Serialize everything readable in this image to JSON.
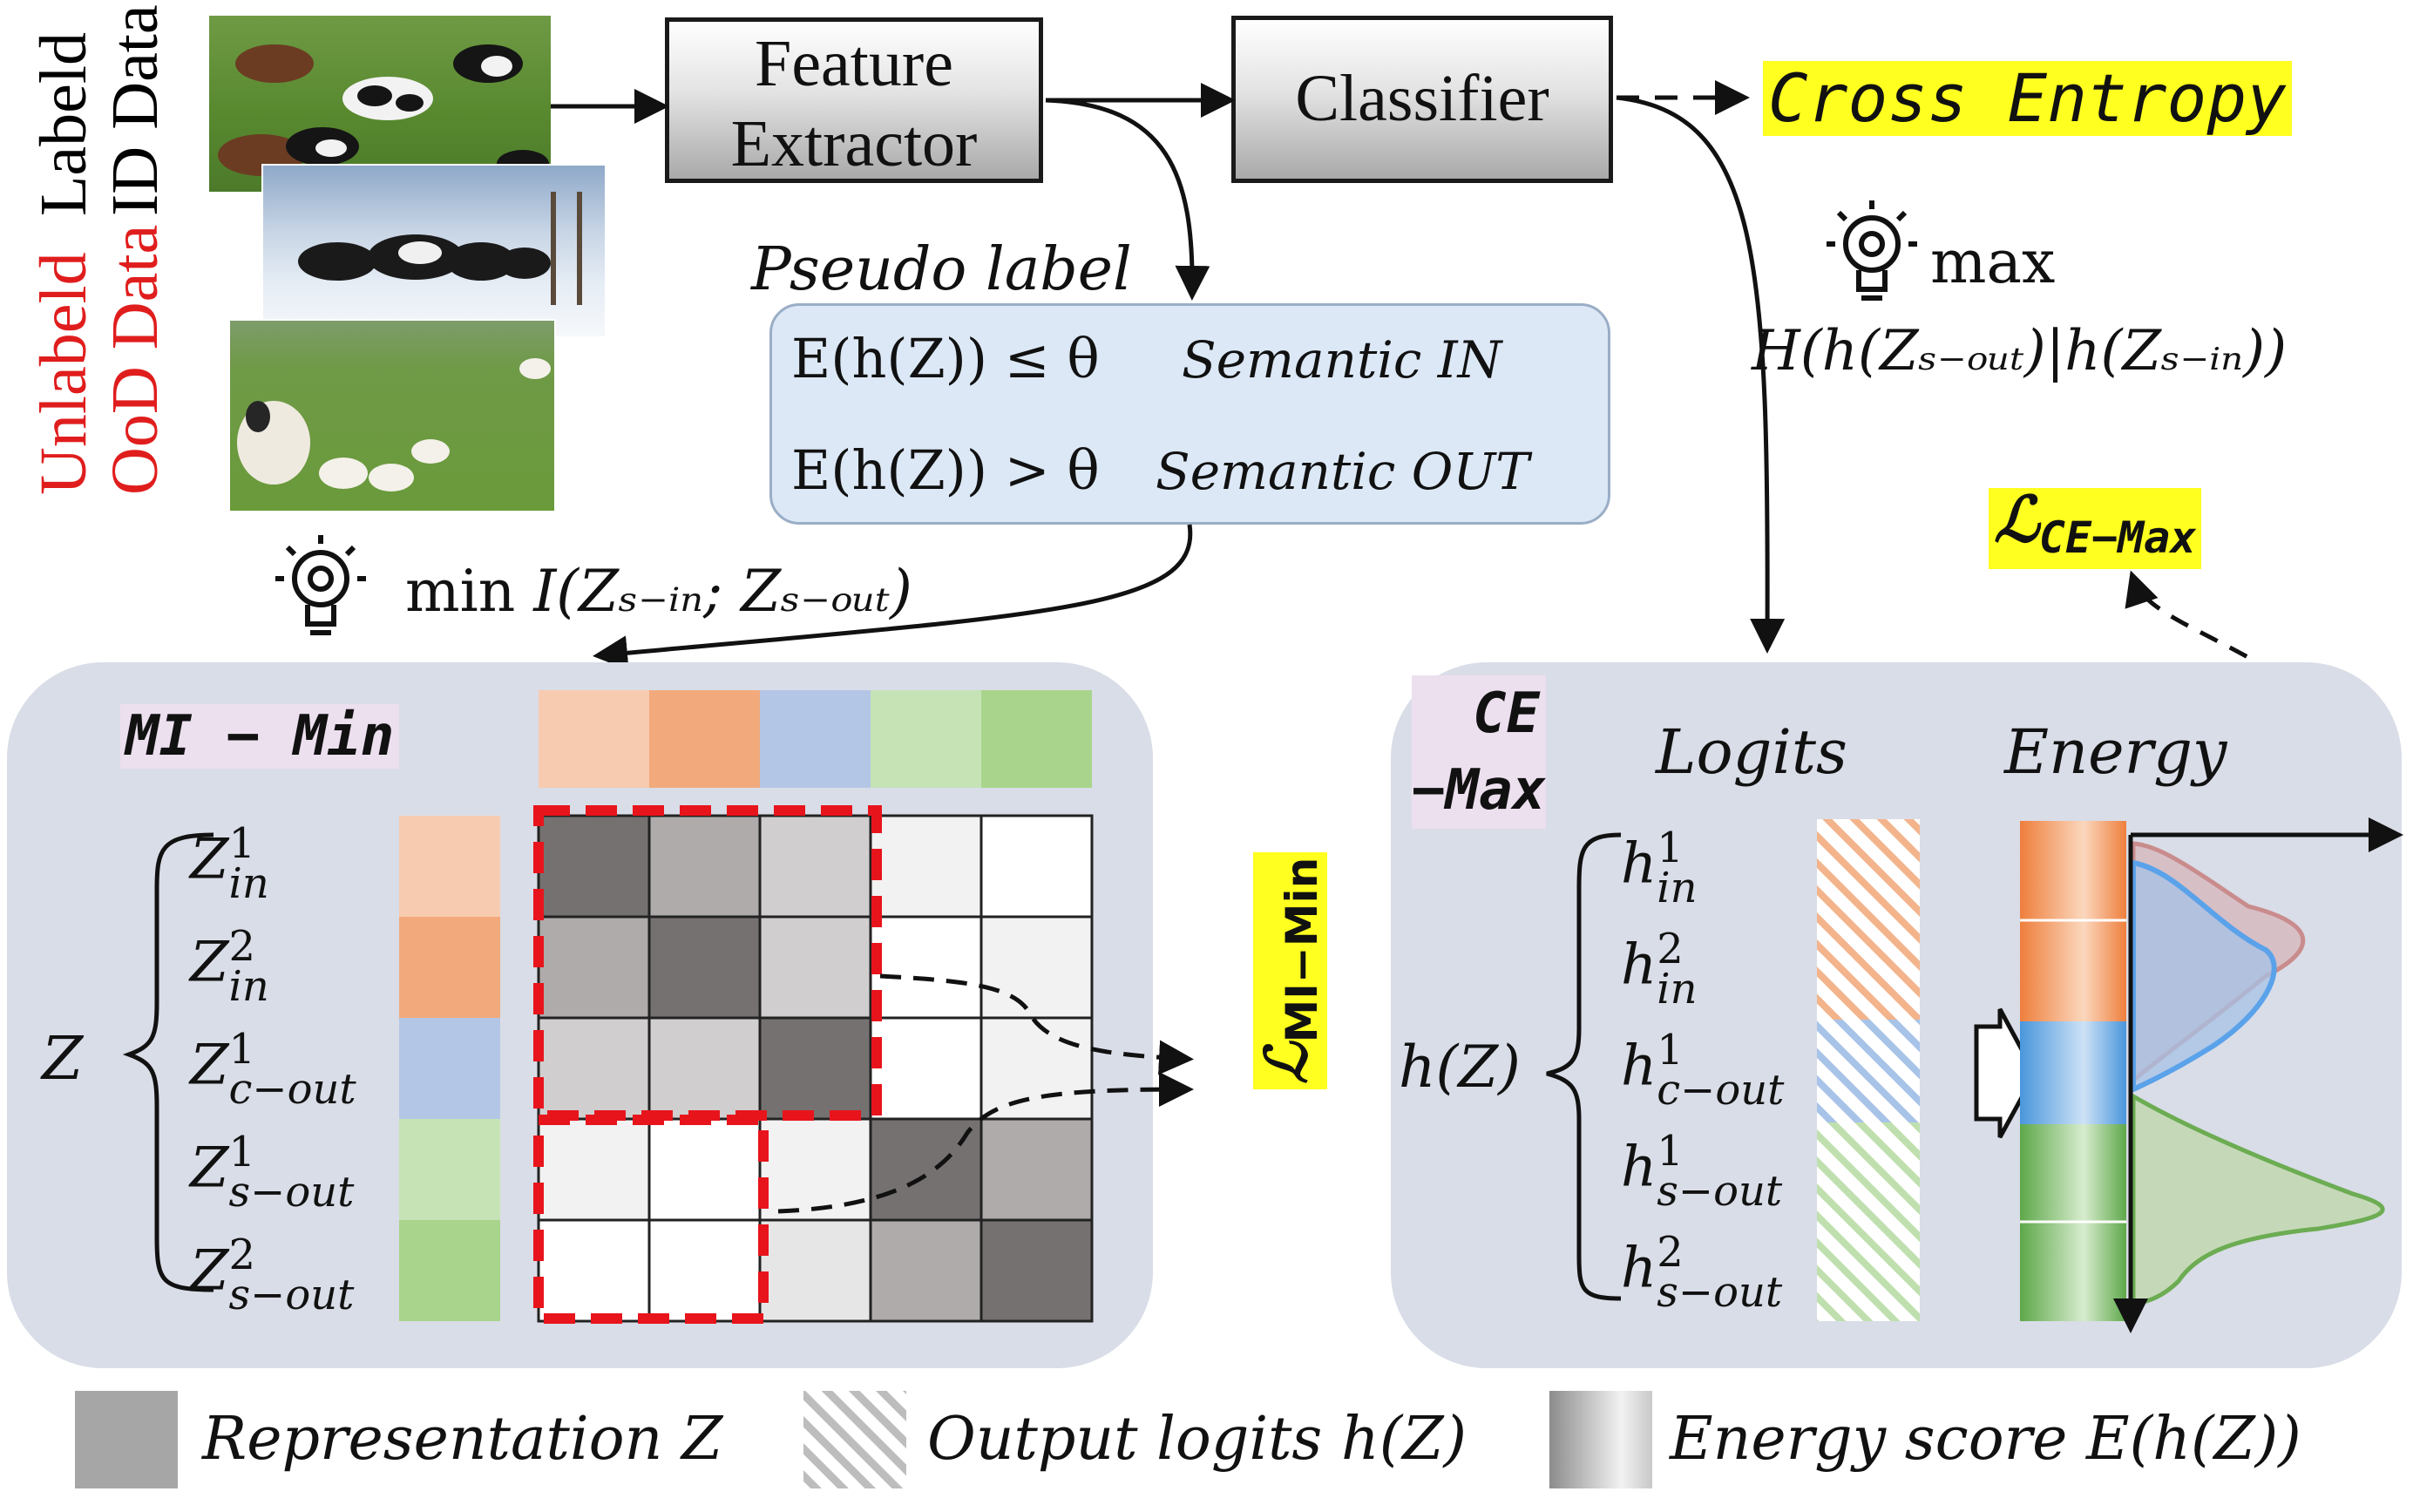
{
  "inputs": {
    "id_label_line1": "Labeld",
    "id_label_line2": "ID Data",
    "ood_label_line1": "Unlabeld",
    "ood_label_line2": "OoD Data"
  },
  "boxes": {
    "feature_extractor_line1": "Feature",
    "feature_extractor_line2": "Extractor",
    "classifier": "Classifier"
  },
  "loss": {
    "cross_entropy": "Cross Entropy",
    "ce_max_base": "ℒ",
    "ce_max_sub": "CE−Max",
    "mi_min_base": "ℒ",
    "mi_min_sub": "MI−Min"
  },
  "pseudo": {
    "title": "Pseudo label",
    "cond_in": "E(h(Z)) ≤ θ",
    "label_in": "Semantic IN",
    "cond_out": "E(h(Z)) > θ",
    "label_out": "Semantic OUT"
  },
  "objectives": {
    "max_word": "max",
    "max_expr": "H(h(Zₛ₋ₒᵤₜ)|h(Zₛ₋ᵢₙ))",
    "min_word": "min",
    "min_expr": "I(Zₛ₋ᵢₙ; Zₛ₋ₒᵤₜ)"
  },
  "mi_panel": {
    "title": "MI − Min",
    "brace_label": "Z",
    "rows": [
      {
        "base": "Z",
        "sup": "1",
        "sub": "in"
      },
      {
        "base": "Z",
        "sup": "2",
        "sub": "in"
      },
      {
        "base": "Z",
        "sup": "1",
        "sub": "c−out"
      },
      {
        "base": "Z",
        "sup": "1",
        "sub": "s−out"
      },
      {
        "base": "Z",
        "sup": "2",
        "sub": "s−out"
      }
    ],
    "row_colors": [
      "#f7cbb0",
      "#f2aa7c",
      "#b4c6e6",
      "#c6e3b6",
      "#a9d48c"
    ],
    "column_colors": [
      "#f7cbb0",
      "#f2aa7c",
      "#b4c6e6",
      "#c6e3b6",
      "#a9d48c"
    ],
    "matrix": [
      [
        "#767171",
        "#afabab",
        "#d0cece",
        "#f2f2f2",
        "#ffffff"
      ],
      [
        "#afabab",
        "#767171",
        "#d0cece",
        "#ffffff",
        "#f2f2f2"
      ],
      [
        "#d0cece",
        "#d0cece",
        "#767171",
        "#ffffff",
        "#f2f2f2"
      ],
      [
        "#f2f2f2",
        "#ffffff",
        "#f2f2f2",
        "#767171",
        "#afabab"
      ],
      [
        "#ffffff",
        "#ffffff",
        "#e7e6e6",
        "#afabab",
        "#767171"
      ]
    ]
  },
  "ce_panel": {
    "title_line1": "CE",
    "title_line2": "−Max",
    "logits_title": "Logits",
    "energy_title": "Energy",
    "brace_label": "h(Z)",
    "rows": [
      {
        "base": "h",
        "sup": "1",
        "sub": "in"
      },
      {
        "base": "h",
        "sup": "2",
        "sub": "in"
      },
      {
        "base": "h",
        "sup": "1",
        "sub": "c−out"
      },
      {
        "base": "h",
        "sup": "1",
        "sub": "s−out"
      },
      {
        "base": "h",
        "sup": "2",
        "sub": "s−out"
      }
    ]
  },
  "legend": {
    "representation": "Representation Z",
    "output_logits": "Output logits h(Z)",
    "energy_score": "Energy score E(h(Z))"
  },
  "colors": {
    "panel_bg": "#d9dde7",
    "pseudo_bg": "#dce8f6",
    "highlight": "#ffff20",
    "dash_red": "#e8141c",
    "id_orange": "#ef8a4b",
    "c_out_blue": "#5fa2e0",
    "s_out_green": "#6fb257"
  }
}
